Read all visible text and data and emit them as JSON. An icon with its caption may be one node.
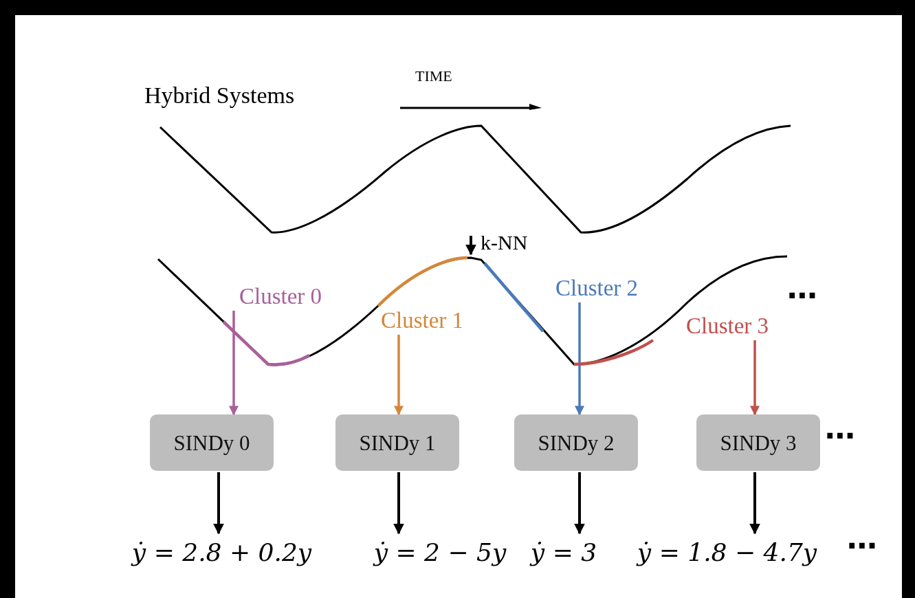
{
  "diagram": {
    "nodes": [
      {
        "text": [],
        "shape": "curve",
        "beside": [
          "Hybrid Systems"
        ]
      },
      {
        "text": [],
        "shape": "curve"
      },
      {
        "text": [
          "Cluster 0"
        ],
        "in": 1
      },
      {
        "text": [
          "Cluster 1"
        ],
        "in": 1
      },
      {
        "text": [
          "Cluster 2"
        ],
        "in": 1
      },
      {
        "text": [
          "Cluster 3"
        ],
        "in": 1
      },
      {
        "text": [
          "SINDy 0"
        ]
      },
      {
        "text": [
          "SINDy 1"
        ]
      },
      {
        "text": [
          "SINDy 2"
        ]
      },
      {
        "text": [
          "SINDy 3"
        ]
      },
      {
        "text": [
          "ẏ = 2.8 + 0.2y"
        ]
      },
      {
        "text": [
          "ẏ = 2 − 5y"
        ]
      },
      {
        "text": [
          "ẏ = 3"
        ]
      },
      {
        "text": [
          "ẏ = 1.8 − 4.7y"
        ]
      }
    ],
    "edges": [
      {
        "from": 0,
        "to": 1,
        "arrow": "to",
        "label": "k-NN"
      },
      {
        "from": 2,
        "to": 6,
        "arrow": "to",
        "color": "#a8609a"
      },
      {
        "from": 3,
        "to": 7,
        "arrow": "to",
        "color": "#d4873a"
      },
      {
        "from": 4,
        "to": 8,
        "arrow": "to",
        "color": "#4a7ab8"
      },
      {
        "from": 5,
        "to": 9,
        "arrow": "to",
        "color": "#c0504d"
      },
      {
        "from": 6,
        "to": 10,
        "arrow": "to"
      },
      {
        "from": 7,
        "to": 11,
        "arrow": "to"
      },
      {
        "from": 8,
        "to": 12,
        "arrow": "to"
      },
      {
        "from": 9,
        "to": 13,
        "arrow": "to"
      }
    ],
    "labels": [
      "TIME",
      "⋯",
      "⋯",
      "⋯"
    ]
  }
}
